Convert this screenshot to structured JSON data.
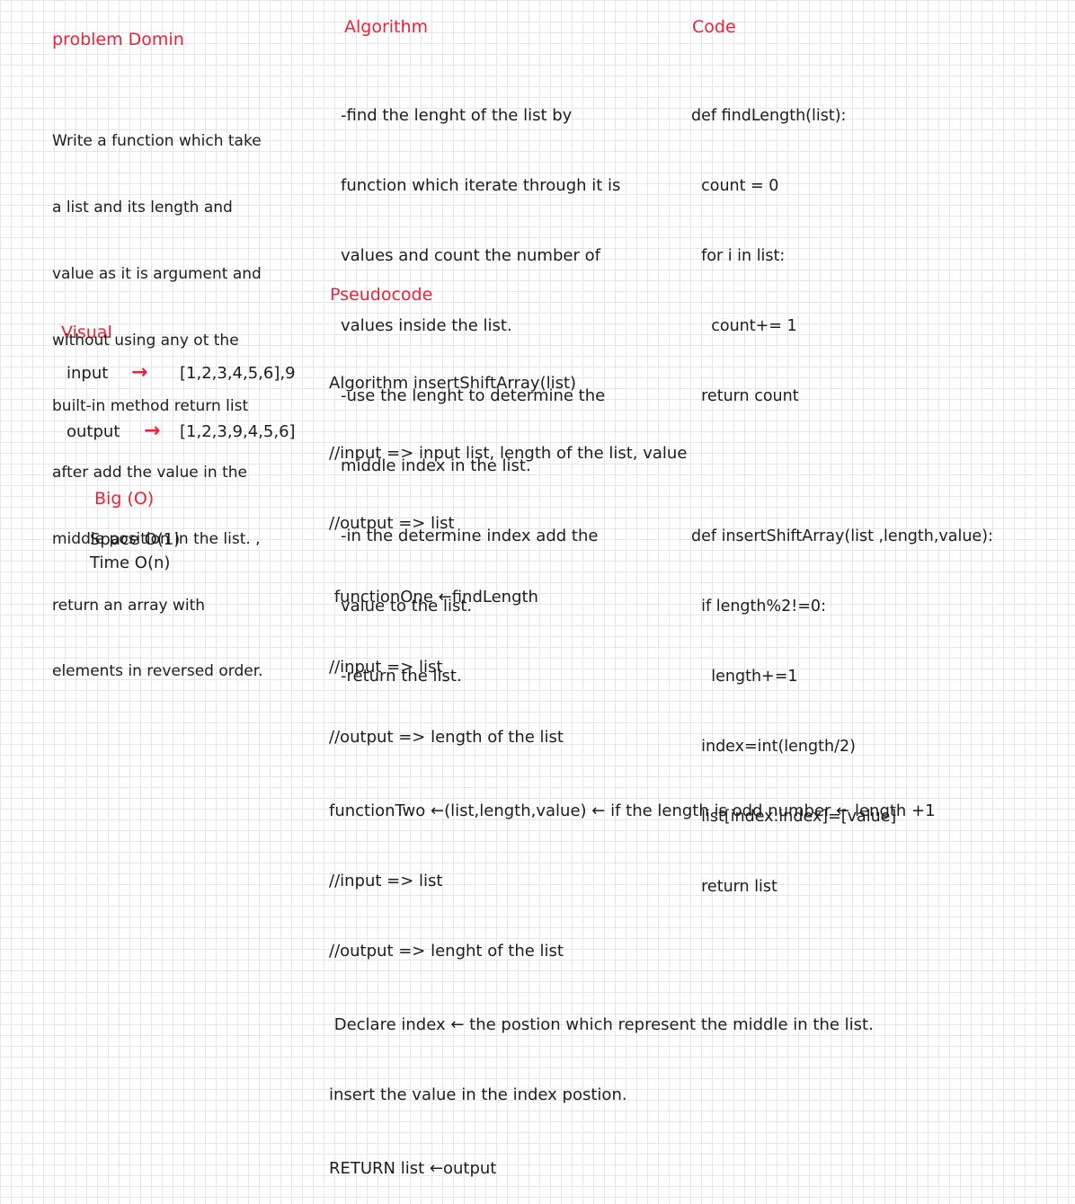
{
  "headings": {
    "problem": "problem Domin",
    "algorithm": "Algorithm",
    "code": "Code",
    "pseudocode": "Pseudocode",
    "visual": "Visual",
    "bigo": "Big (O)"
  },
  "problem_lines": [
    "Write a function which take",
    "a list and its length and",
    "value as it is argument and",
    "without using any ot the",
    "built-in method return list",
    "after add the value in the",
    "middle position in the list. ,",
    "return an array with",
    "elements in reversed order."
  ],
  "algorithm_lines": [
    "-find the lenght of the list by",
    "function which iterate through it is",
    "values and count the number of",
    "values inside the list.",
    "-use the lenght to determine the",
    "middle index in the list.",
    "-in the determine index add the",
    "value to the list.",
    "-return the list."
  ],
  "code_lines": [
    "def findLength(list):",
    "  count = 0",
    "  for i in list:",
    "    count+= 1",
    "  return count",
    "",
    "def insertShiftArray(list ,length,value):",
    "  if length%2!=0:",
    "    length+=1",
    "  index=int(length/2)",
    "  list[index:index]=[value]",
    "  return list"
  ],
  "pseudo_lines": [
    "Algorithm insertShiftArray(list)",
    "//input => input list, length of the list, value",
    "//output => list",
    " functionOne ←findLength",
    "//input => list",
    "//output => length of the list",
    "functionTwo ←(list,length,value) ← if the length is odd number ← length +1",
    "//input => list",
    "//output => lenght of the list",
    " Declare index ← the postion which represent the middle in the list.",
    "insert the value in the index postion.",
    "RETURN list ←output"
  ],
  "visual": {
    "input_label": "input",
    "input_value": "[1,2,3,4,5,6],9",
    "output_label": "output",
    "output_value": "[1,2,3,9,4,5,6]",
    "arrow_symbol": "→"
  },
  "bigo": {
    "space": "Space O(1)",
    "time": "Time O(n)"
  }
}
